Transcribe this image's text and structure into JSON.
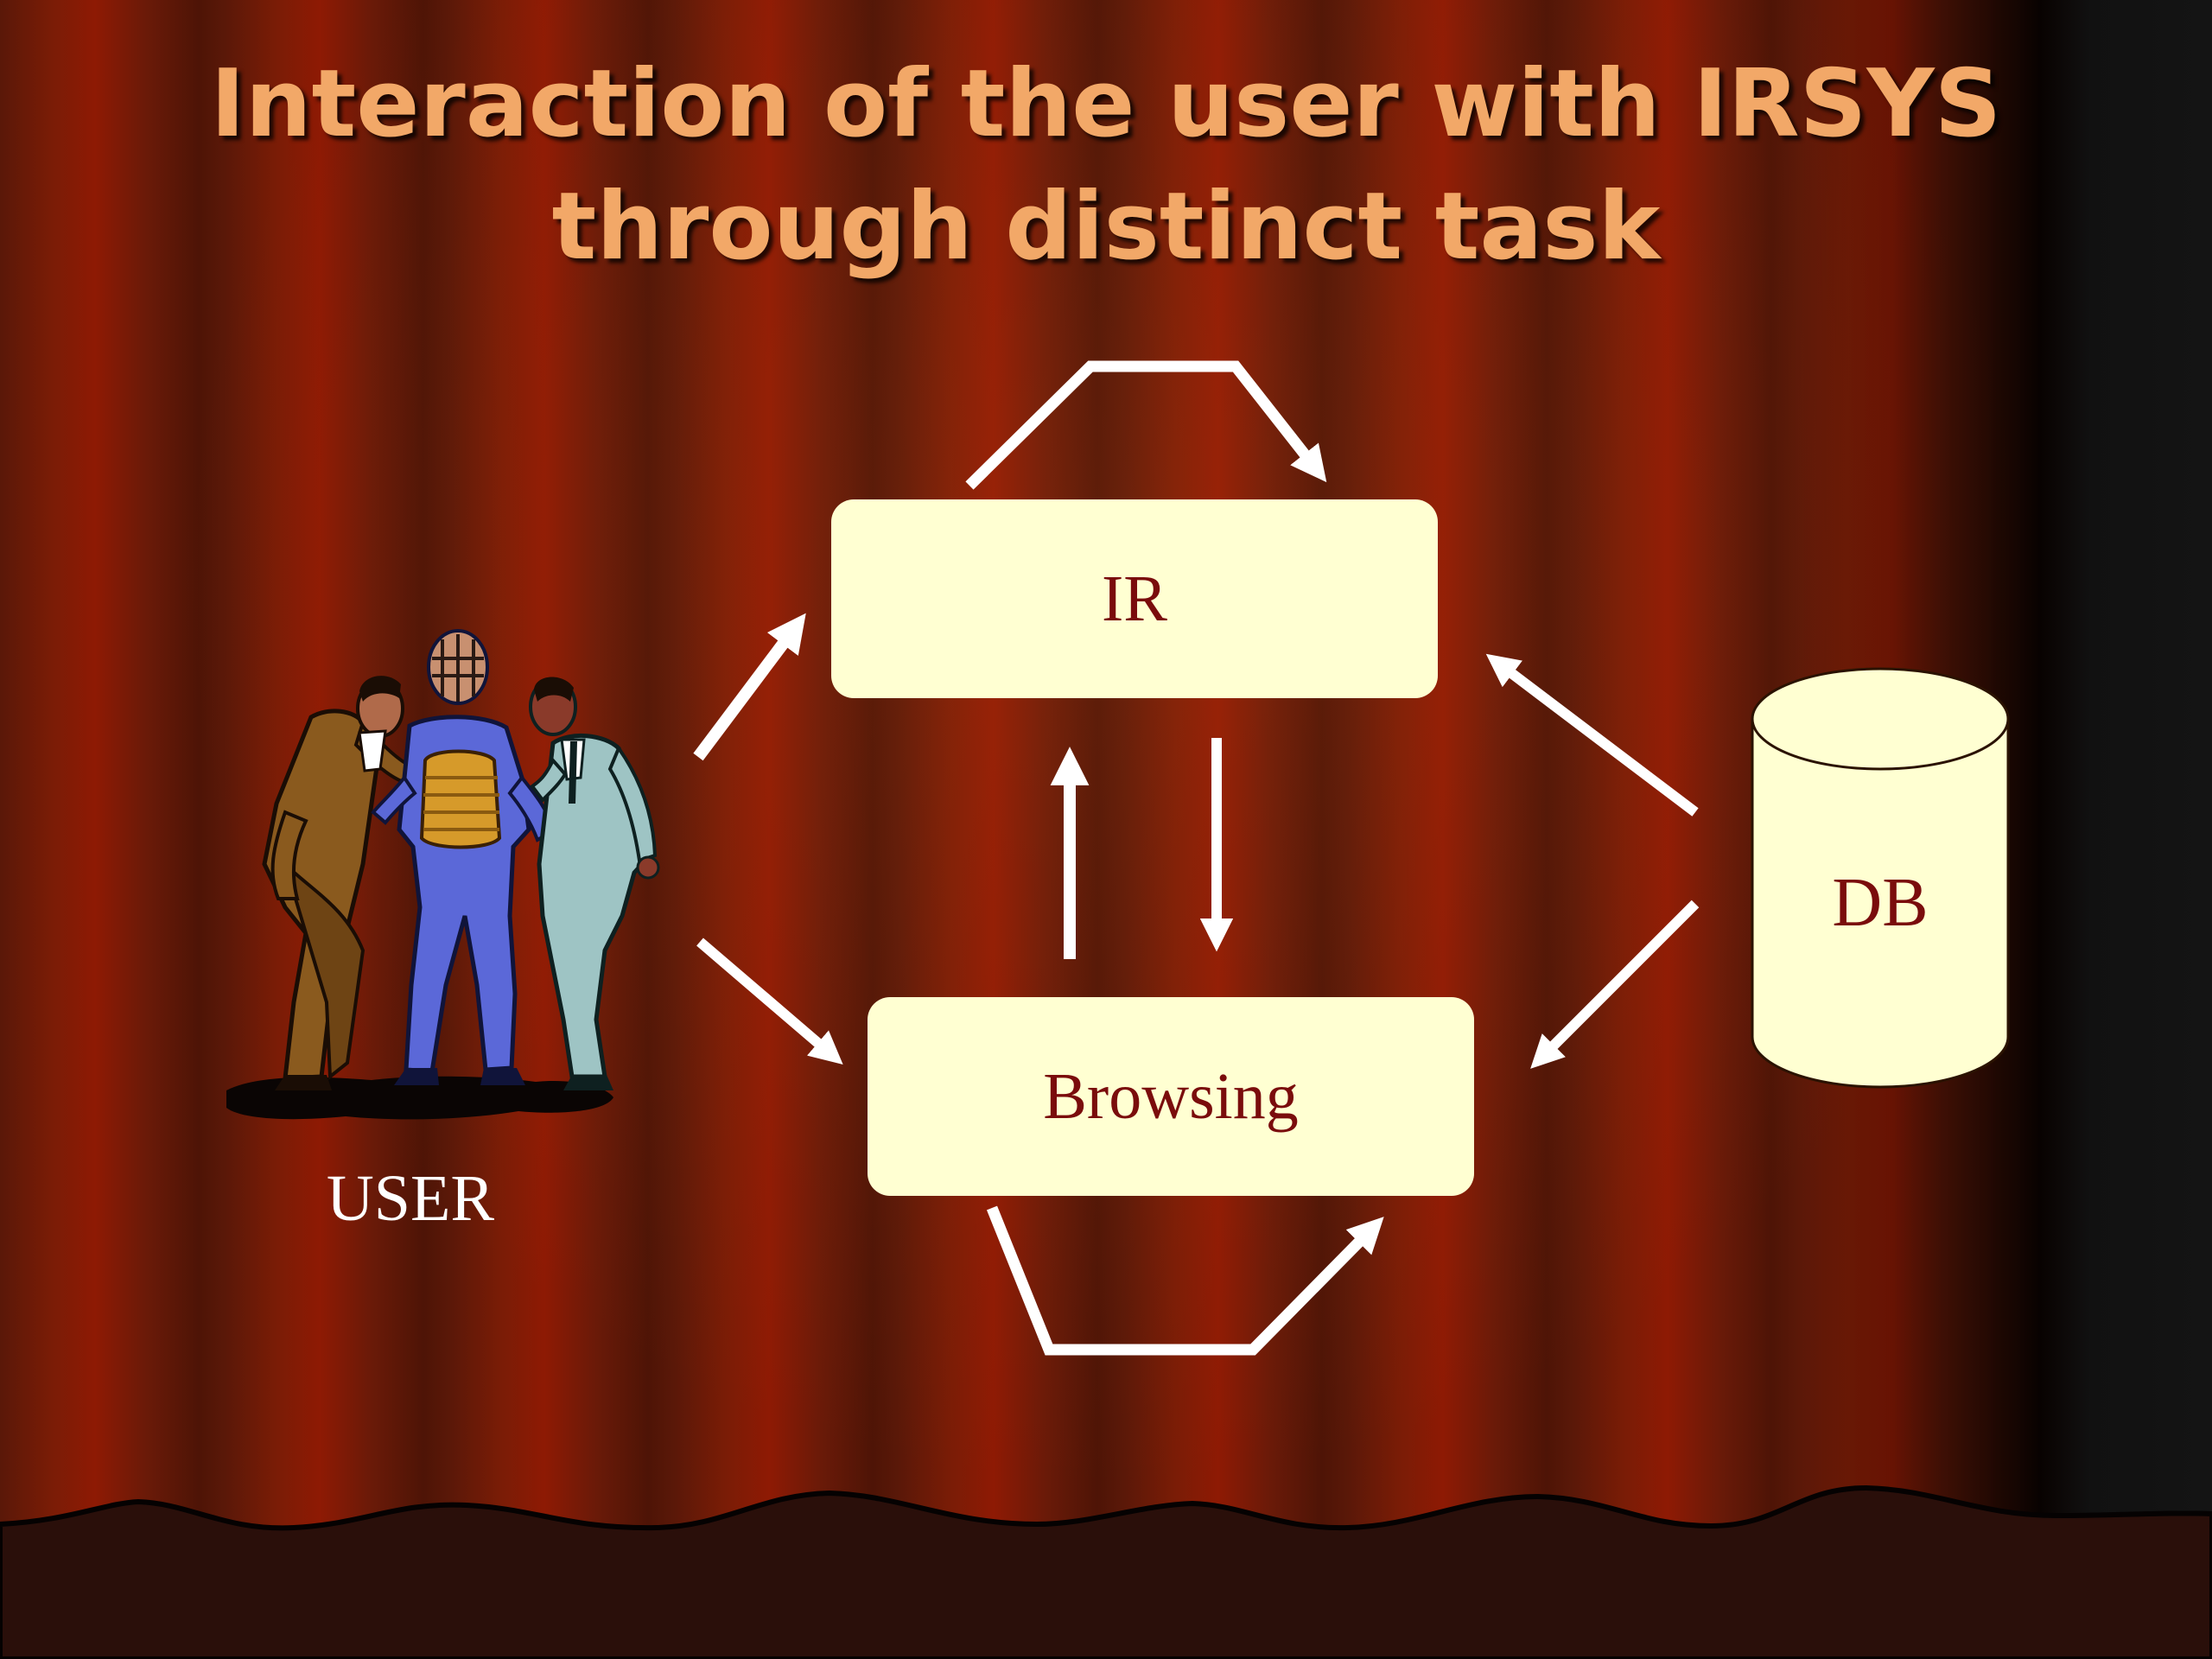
{
  "slide": {
    "title_line1": "Interaction of the user with IRSYS",
    "title_line2": "through distinct task"
  },
  "nodes": {
    "ir": "IR",
    "browsing": "Browsing",
    "db": "DB",
    "user": "USER"
  },
  "icons": {
    "user": "group-of-people-icon",
    "db": "database-cylinder-icon"
  },
  "colors": {
    "title": "#f2a868",
    "box_fill": "#ffffd2",
    "box_text": "#7a0c0c",
    "arrow": "#ffffff",
    "curtain": "#7a1c06"
  }
}
